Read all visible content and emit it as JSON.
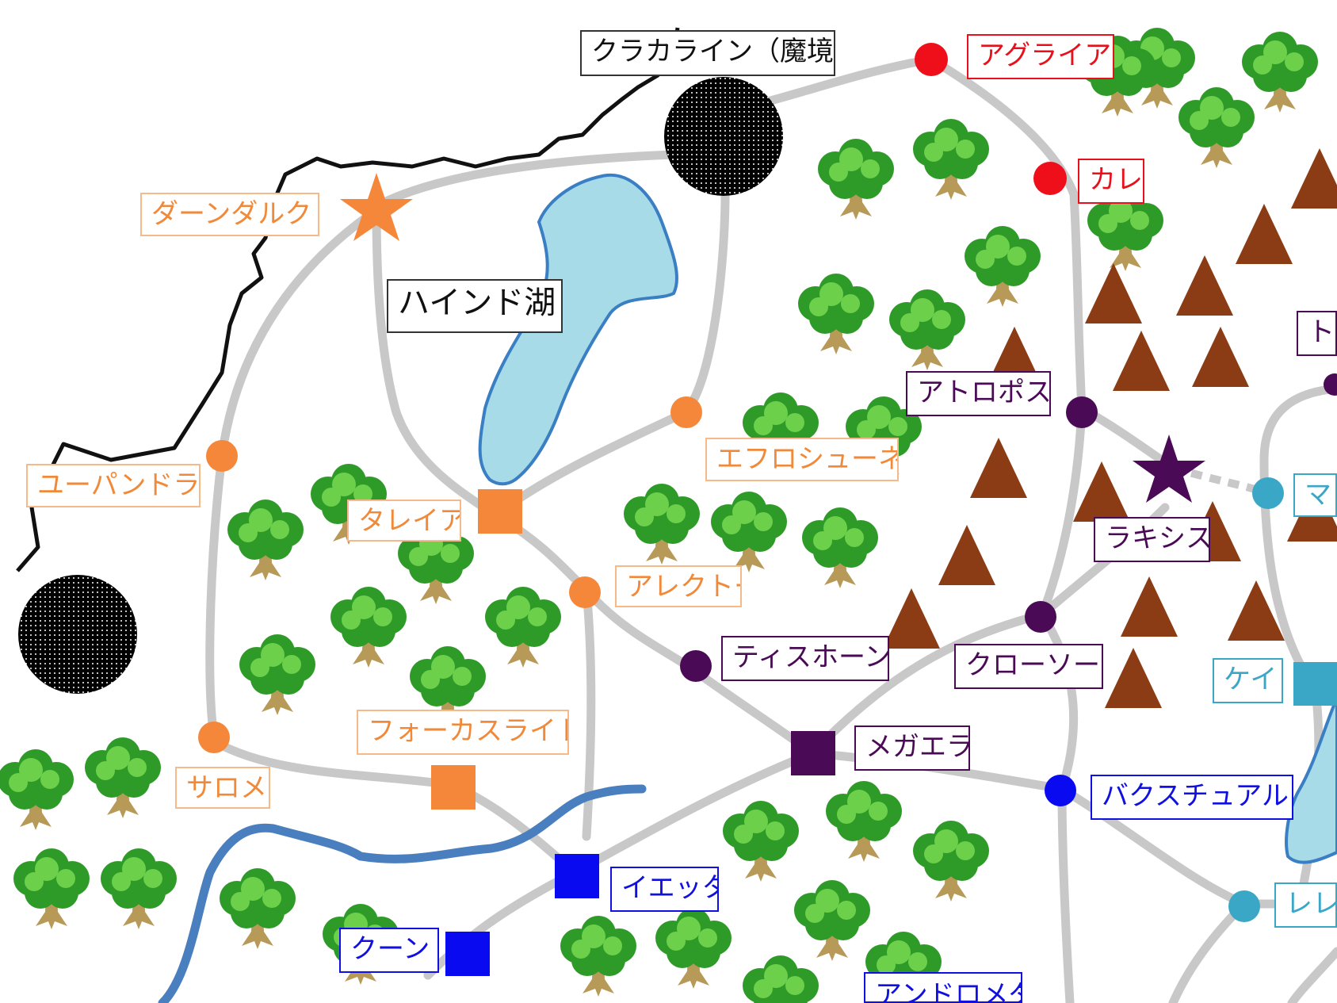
{
  "colors": {
    "road": "#c8c8c8",
    "river": "#4a7fbf",
    "lake_fill": "#a8dbe8",
    "lake_edge": "#3a7fc4",
    "border": "#111111",
    "mountain": "#8b3c14",
    "orange": "#f5873a",
    "red": "#ee0f1a",
    "purple": "#4a0a55",
    "blue": "#0a0af0",
    "teal": "#3aa7c7"
  },
  "labels": {
    "kurakaline": "クラカライン（魔境）",
    "haind_lake": "ハインド湖",
    "agraia": "アグライア",
    "kare": "カレ",
    "darndark": "ダーンダルク",
    "yupandora": "ユーパンドラ",
    "taleia": "タレイア",
    "efroshune": "エフロシューネ",
    "alecto": "アレクトー",
    "focuslight": "フォーカスライト",
    "salome": "サロメ",
    "atropos": "アトロポス",
    "lachesis": "ラキシス",
    "tisiphone": "ティスホーン",
    "clotho": "クローソー",
    "megaera": "メガエラ",
    "bakuschual": "バクスチュアル",
    "ietta": "イエッタ",
    "kuun": "クーン",
    "kei": "ケイ",
    "mark_partial": "マ",
    "to_partial": "ト",
    "rere_partial": "レレ",
    "andromeda_partial": "アンドロメダ"
  }
}
